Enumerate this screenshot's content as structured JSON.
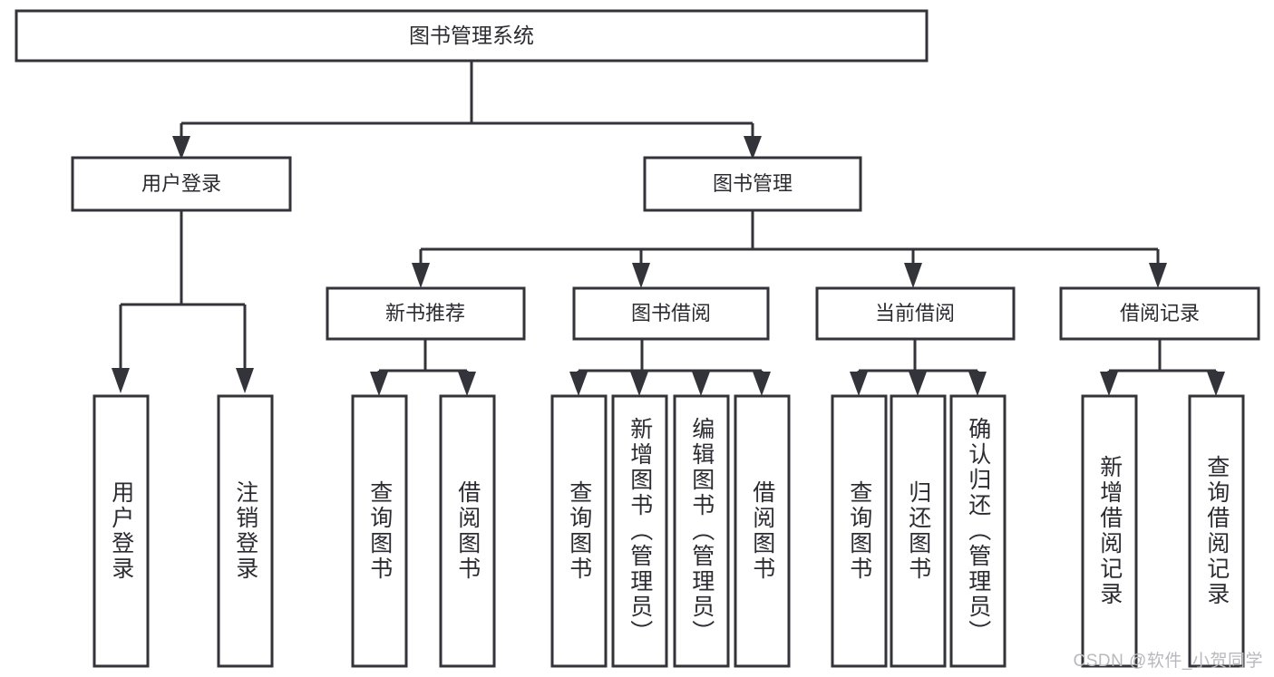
{
  "diagram": {
    "title": "图书管理系统",
    "watermark": "CSDN @软件_小贺同学",
    "line_color": "#33333a",
    "box_fill": "#ffffff",
    "text_color": "#2b2b31",
    "watermark_color": "#b9b9bd",
    "root": {
      "label": "图书管理系统"
    },
    "level2": [
      {
        "label": "用户登录"
      },
      {
        "label": "图书管理"
      }
    ],
    "level3": [
      {
        "label": "新书推荐"
      },
      {
        "label": "图书借阅"
      },
      {
        "label": "当前借阅"
      },
      {
        "label": "借阅记录"
      }
    ],
    "leaves": {
      "user_login": [
        {
          "label": "用户登录"
        },
        {
          "label": "注销登录"
        }
      ],
      "new_book_recommend": [
        {
          "label": "查询图书"
        },
        {
          "label": "借阅图书"
        }
      ],
      "book_borrow": [
        {
          "label": "查询图书"
        },
        {
          "label": "新增图书（管理员）"
        },
        {
          "label": "编辑图书（管理员）"
        },
        {
          "label": "借阅图书"
        }
      ],
      "current_borrow": [
        {
          "label": "查询图书"
        },
        {
          "label": "归还图书"
        },
        {
          "label": "确认归还（管理员）"
        }
      ],
      "borrow_record": [
        {
          "label": "新增借阅记录"
        },
        {
          "label": "查询借阅记录"
        }
      ]
    }
  }
}
